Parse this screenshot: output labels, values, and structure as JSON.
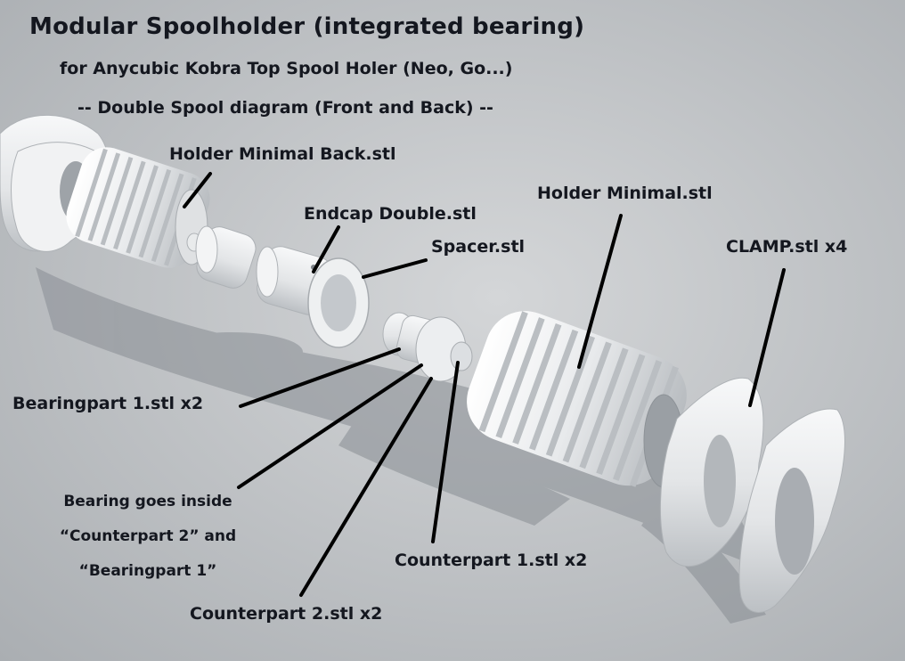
{
  "title": "Modular Spoolholder (integrated bearing)",
  "subtitle": "for Anycubic Kobra Top Spool Holer (Neo, Go...)",
  "subtitle2": "-- Double Spool diagram (Front and Back) --",
  "labels": {
    "holder_minimal_back": "Holder Minimal Back.stl",
    "endcap_double": "Endcap Double.stl",
    "spacer": "Spacer.stl",
    "holder_minimal": "Holder Minimal.stl",
    "clamp": "CLAMP.stl x4",
    "bearingpart": "Bearingpart 1.stl x2",
    "counterpart1": "Counterpart 1.stl x2",
    "counterpart2": "Counterpart 2.stl x2"
  },
  "note": {
    "line1": "Bearing goes inside",
    "line2": "“Counterpart 2” and",
    "line3": "“Bearingpart 1”"
  },
  "colors": {
    "background": "#c9cccf",
    "part": "#eceeef",
    "text": "#14171f"
  }
}
